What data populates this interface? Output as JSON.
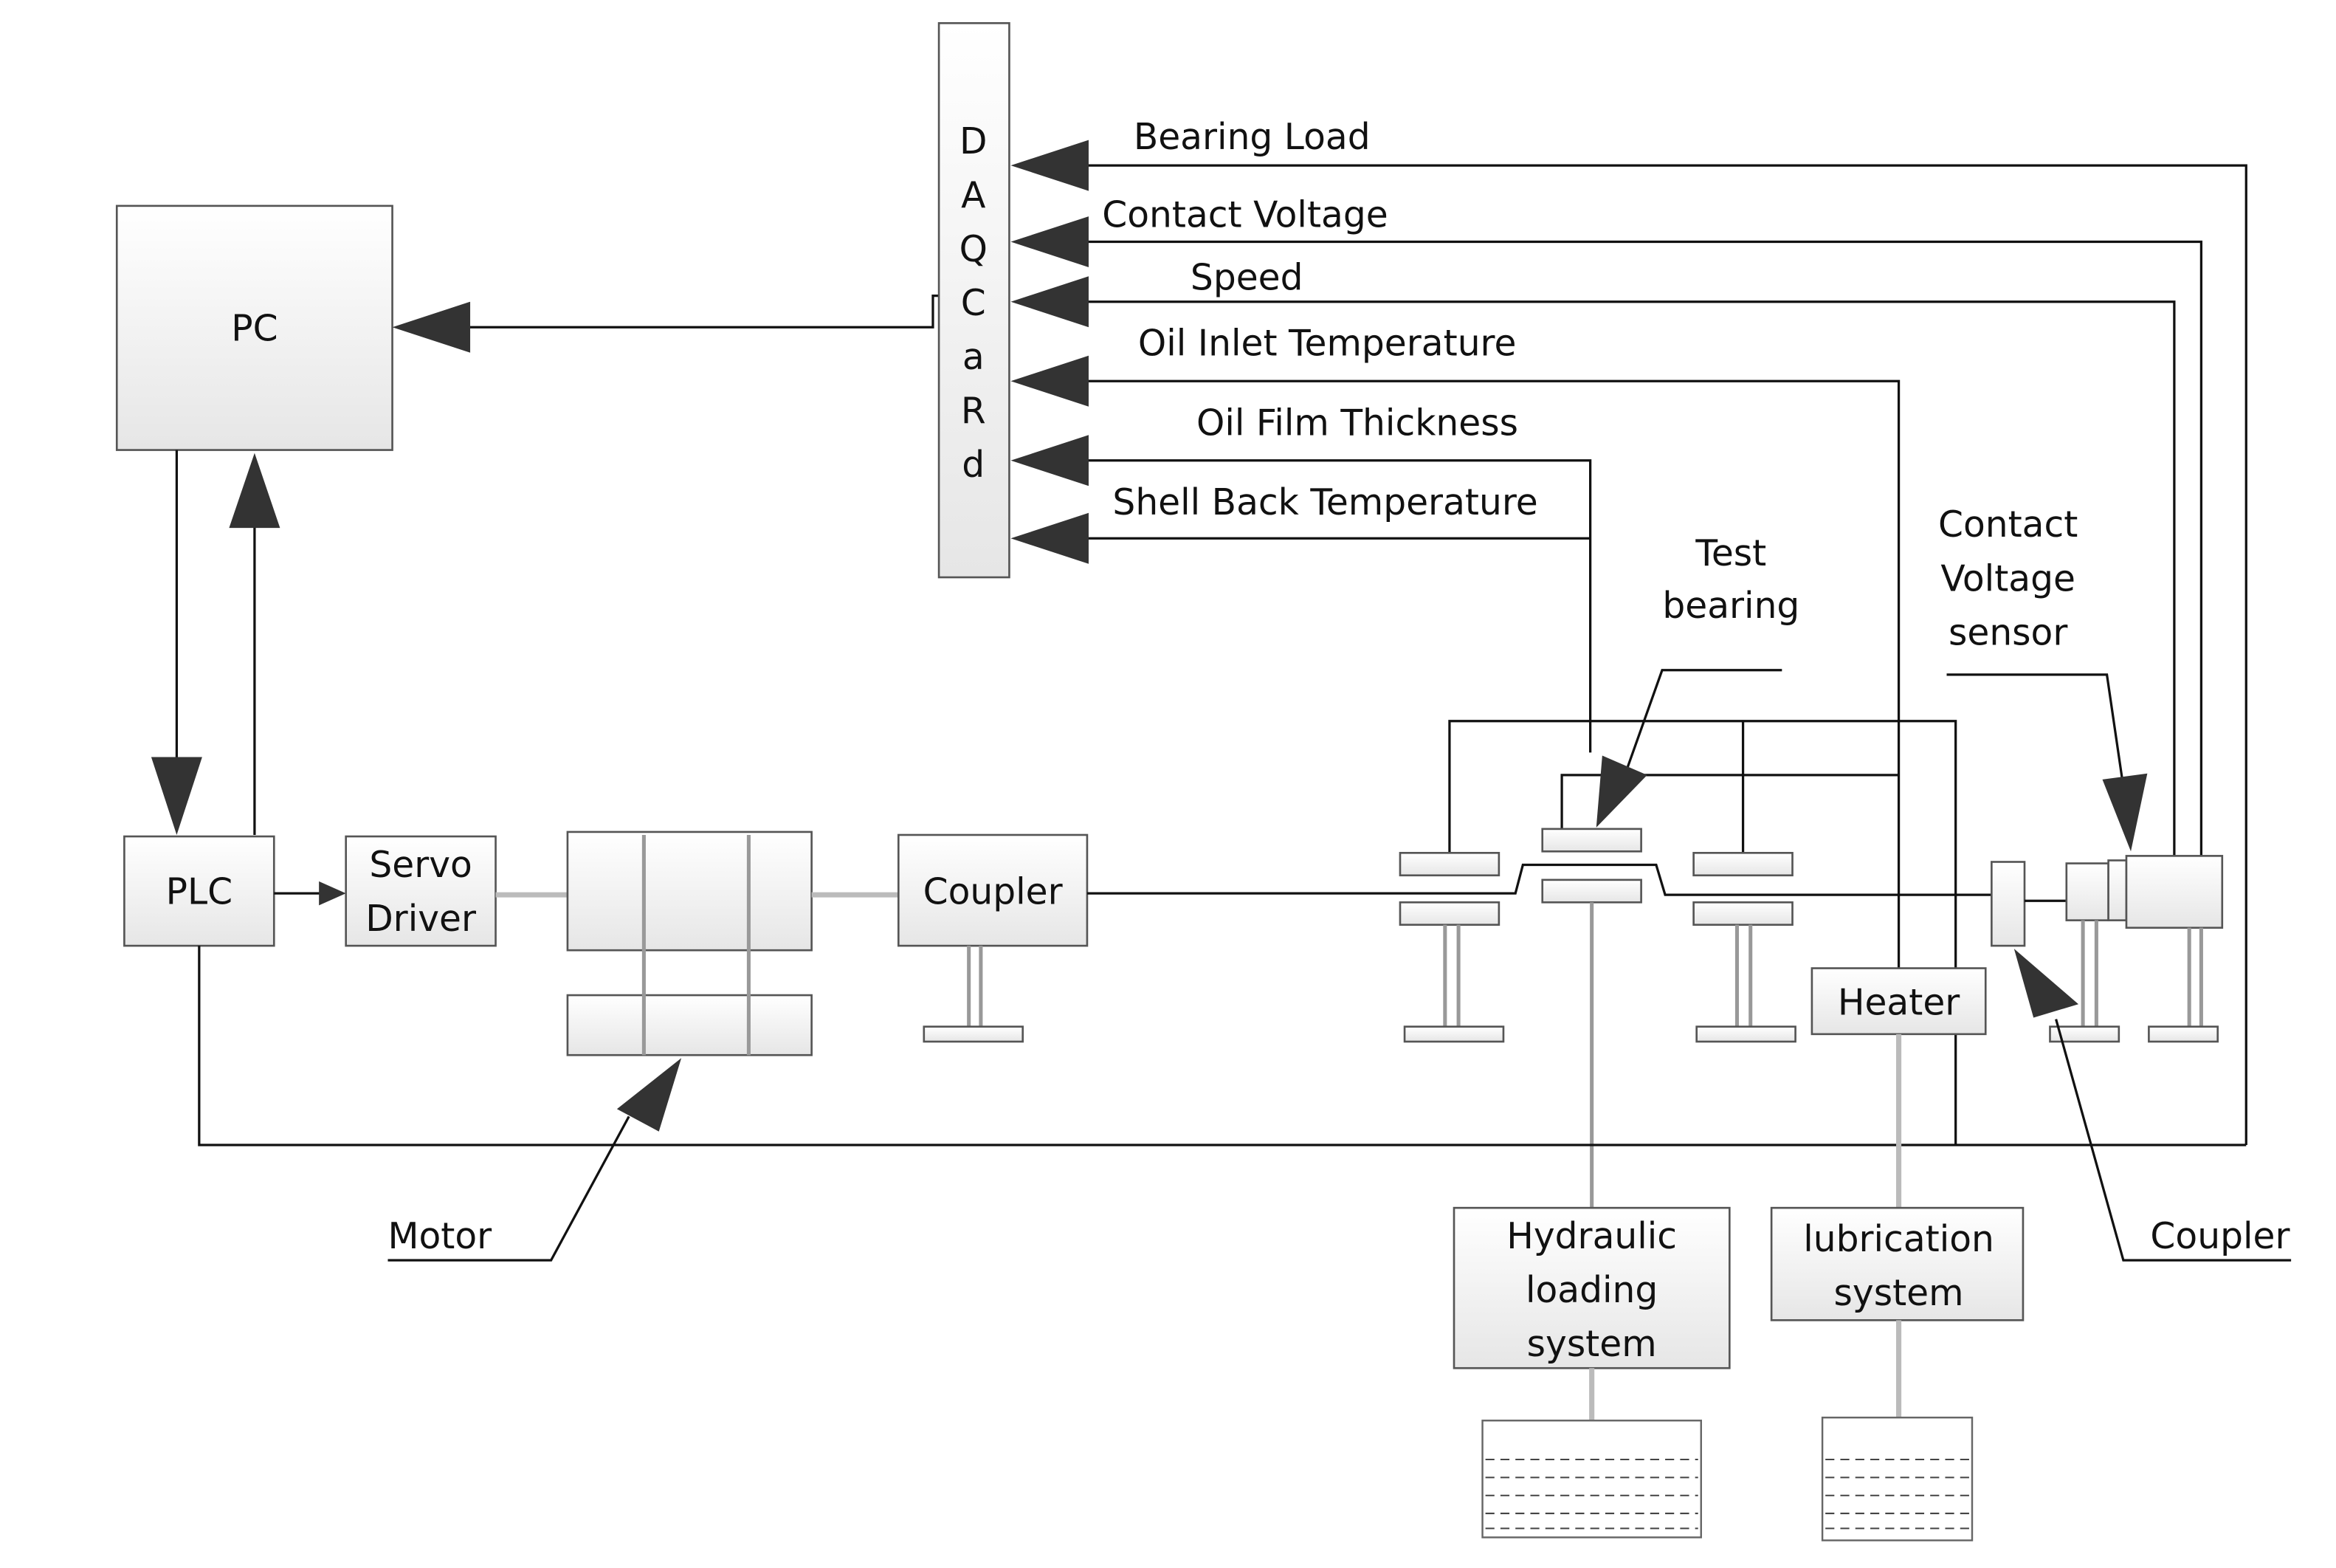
{
  "pc": "PC",
  "plc": "PLC",
  "daq_letters": [
    "D",
    "A",
    "Q",
    "C",
    "a",
    "R",
    "d"
  ],
  "signals": {
    "bearing_load": "Bearing Load",
    "contact_voltage": "Contact Voltage",
    "speed": "Speed",
    "oil_inlet_temperature": "Oil Inlet Temperature",
    "oil_film_thickness": "Oil Film Thickness",
    "shell_back_temperature": "Shell  Back Temperature"
  },
  "servo_driver": [
    "Servo",
    "Driver"
  ],
  "coupler_box": "Coupler",
  "heater": "Heater",
  "hydraulic": [
    "Hydraulic",
    "loading",
    "system"
  ],
  "lubrication": [
    "lubrication",
    "system"
  ],
  "callouts": {
    "test_bearing": [
      "Test",
      "bearing"
    ],
    "contact_voltage_sensor": [
      "Contact",
      "Voltage",
      "sensor"
    ],
    "motor": "Motor",
    "coupler": "Coupler"
  }
}
